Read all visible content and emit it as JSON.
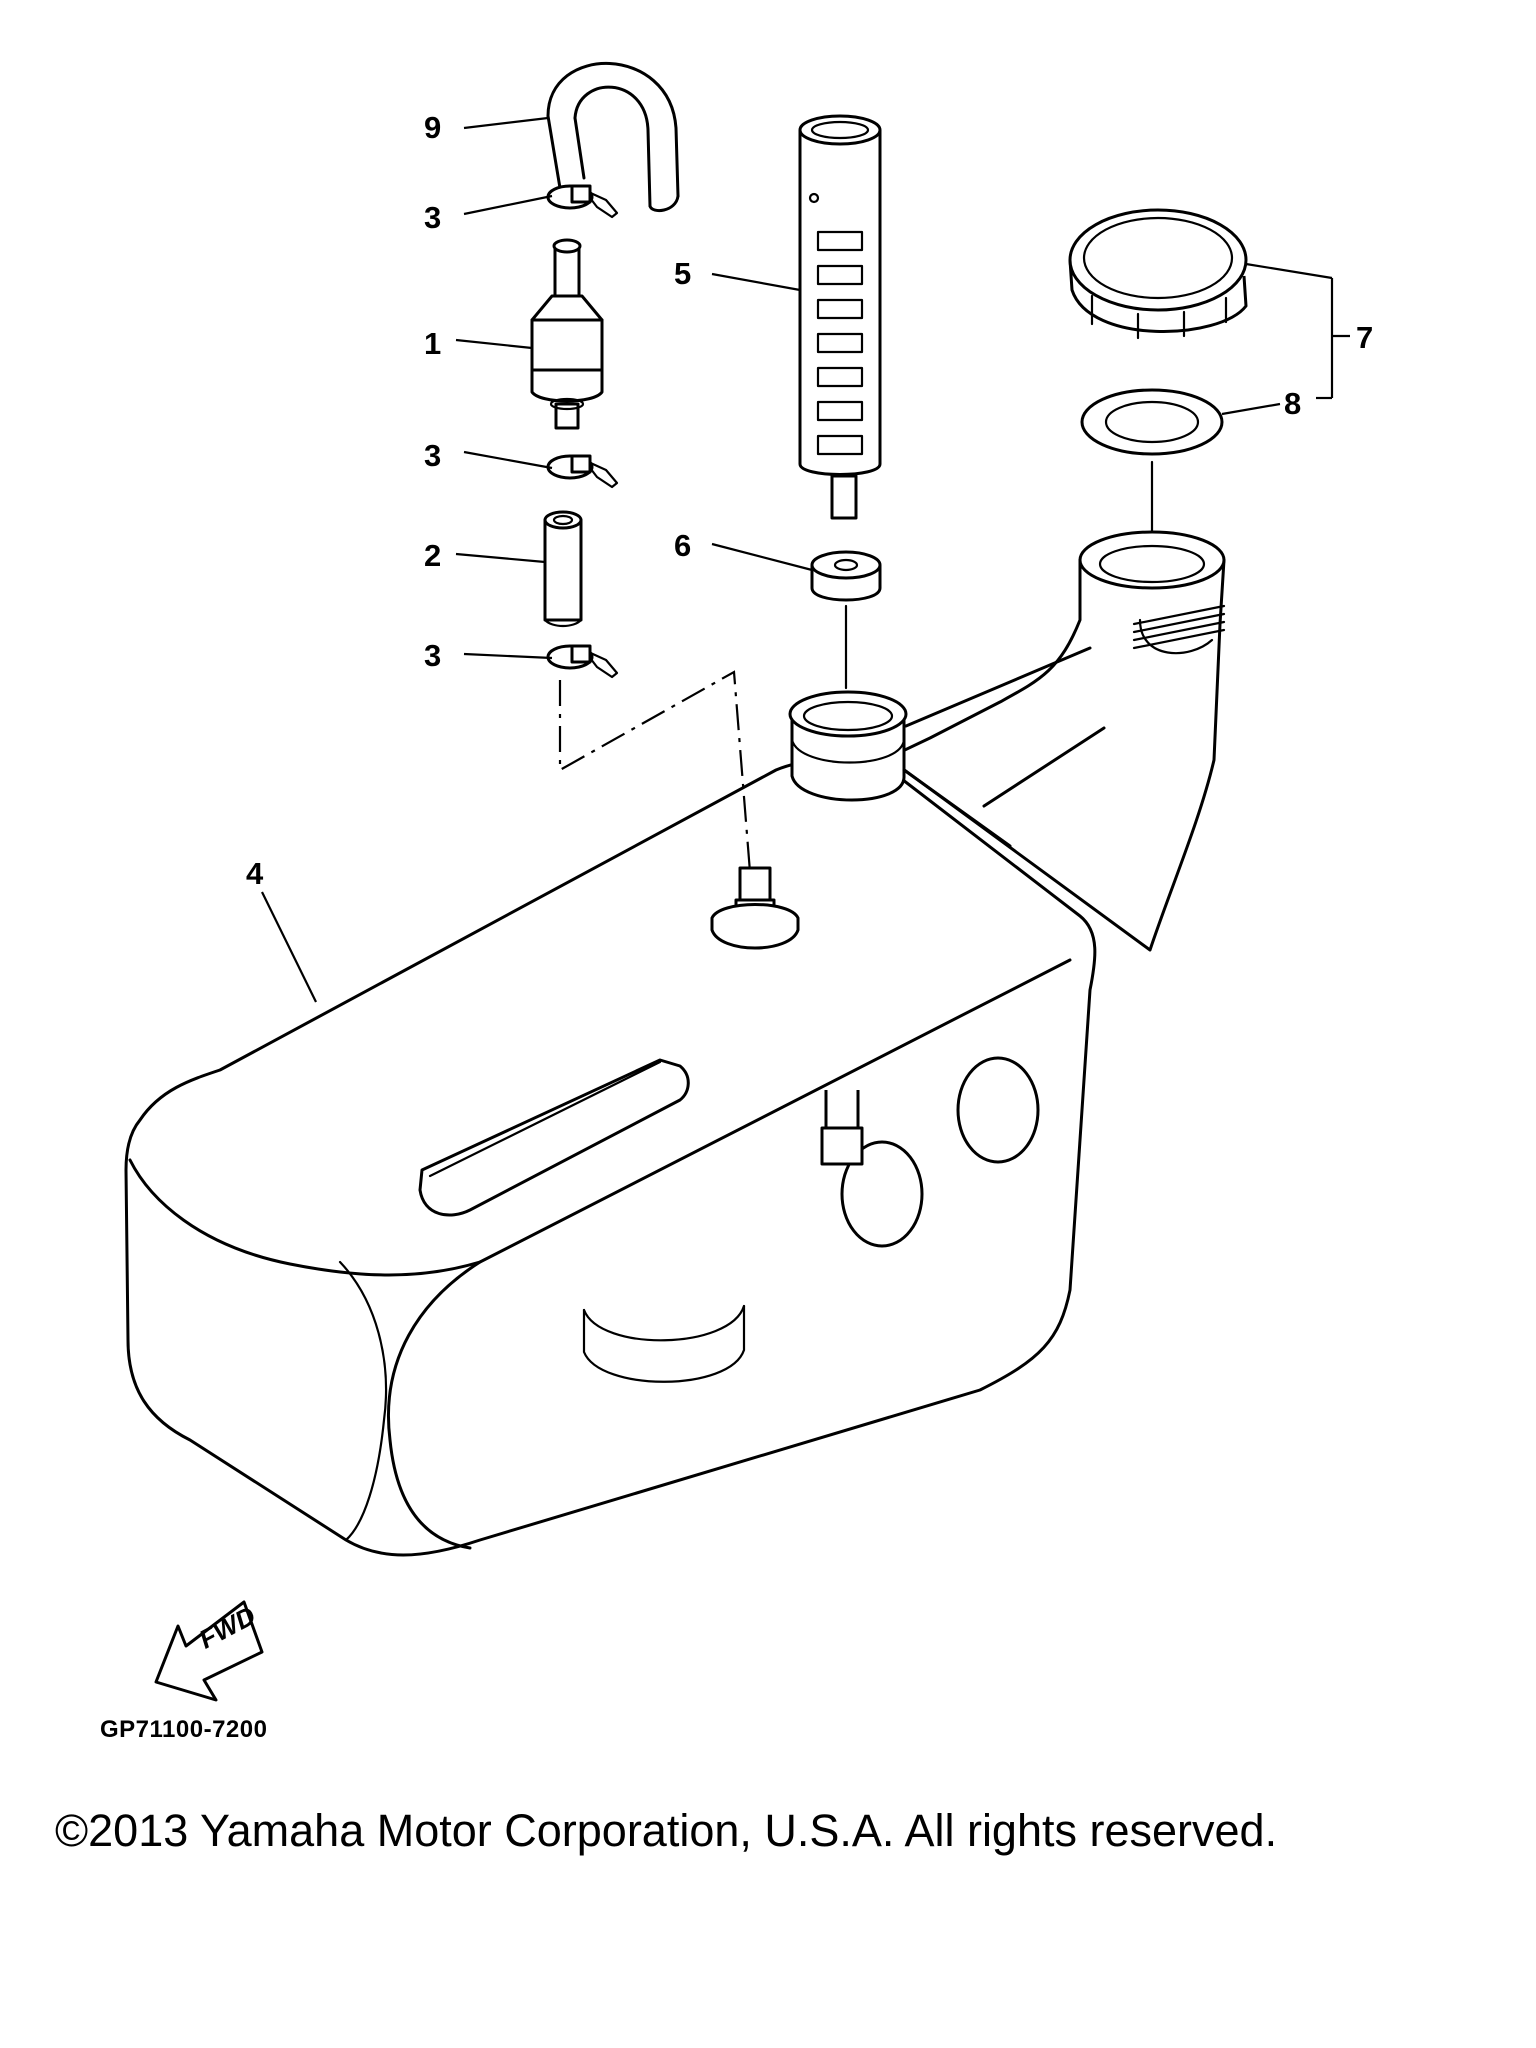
{
  "diagram": {
    "callouts": [
      {
        "id": "9",
        "label": "9"
      },
      {
        "id": "3a",
        "label": "3"
      },
      {
        "id": "1",
        "label": "1"
      },
      {
        "id": "3b",
        "label": "3"
      },
      {
        "id": "2",
        "label": "2"
      },
      {
        "id": "3c",
        "label": "3"
      },
      {
        "id": "5",
        "label": "5"
      },
      {
        "id": "6",
        "label": "6"
      },
      {
        "id": "7",
        "label": "7"
      },
      {
        "id": "8",
        "label": "8"
      },
      {
        "id": "4",
        "label": "4"
      }
    ],
    "fwd_label": "FWD",
    "part_number": "GP71100-7200",
    "copyright": "©2013 Yamaha Motor Corporation, U.S.A. All rights reserved."
  }
}
